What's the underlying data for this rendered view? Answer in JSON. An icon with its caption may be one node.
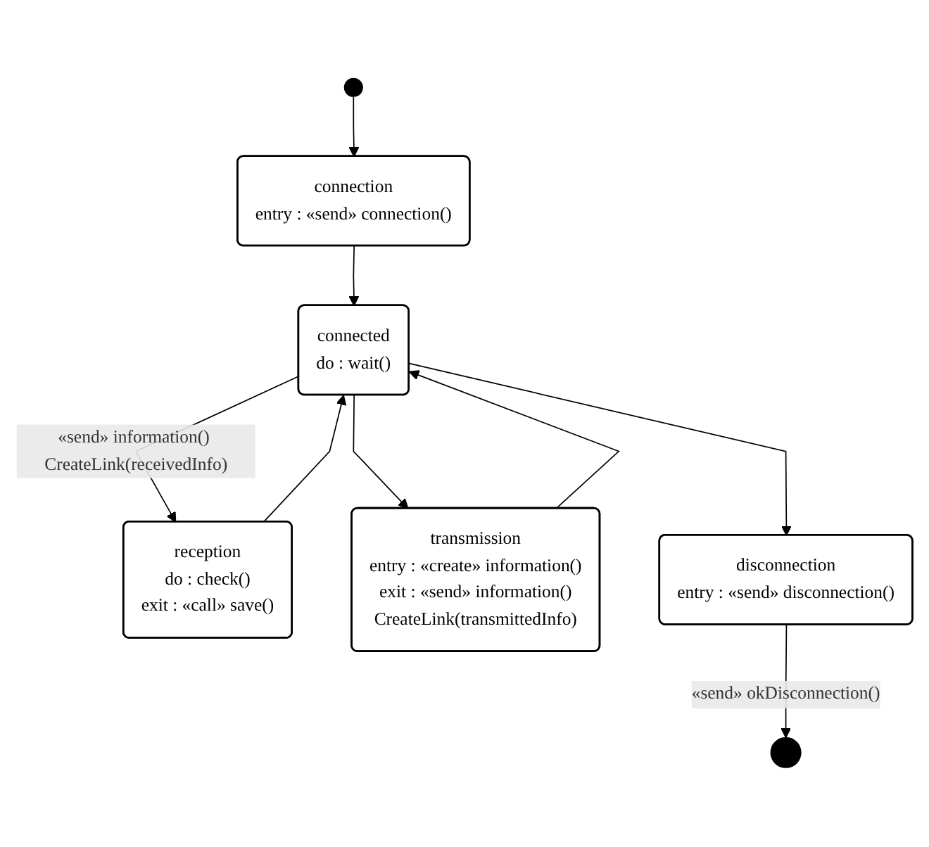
{
  "diagram": {
    "nodes": [
      {
        "text": [],
        "shape": "circle"
      },
      {
        "text": [
          "connection",
          "entry : «send» connection()"
        ]
      },
      {
        "text": [
          "reception",
          "do : check()",
          "exit : «call» save()"
        ]
      },
      {
        "text": [
          "connected",
          "do : wait()"
        ]
      },
      {
        "text": [
          "transmission",
          "entry : «create» information()",
          "exit : «send» information()",
          "CreateLink(transmittedInfo)"
        ]
      },
      {
        "text": [
          "disconnection",
          "entry : «send» disconnection()"
        ]
      },
      {
        "text": [],
        "shape": "circle"
      }
    ],
    "edges": [
      {
        "from": 0,
        "to": 1,
        "arrow": "to"
      },
      {
        "from": 1,
        "to": 3,
        "arrow": "to"
      },
      {
        "from": 2,
        "to": 3,
        "arrow": "to"
      },
      {
        "from": 3,
        "to": 2,
        "arrow": "to",
        "label": "«send» information() CreateLink(receivedInfo)"
      },
      {
        "from": 3,
        "to": 4,
        "arrow": "to"
      },
      {
        "from": 4,
        "to": 3,
        "arrow": "to"
      },
      {
        "from": 3,
        "to": 5,
        "arrow": "to"
      },
      {
        "from": 5,
        "to": 6,
        "arrow": "to",
        "label": "«send» okDisconnection()"
      }
    ]
  }
}
